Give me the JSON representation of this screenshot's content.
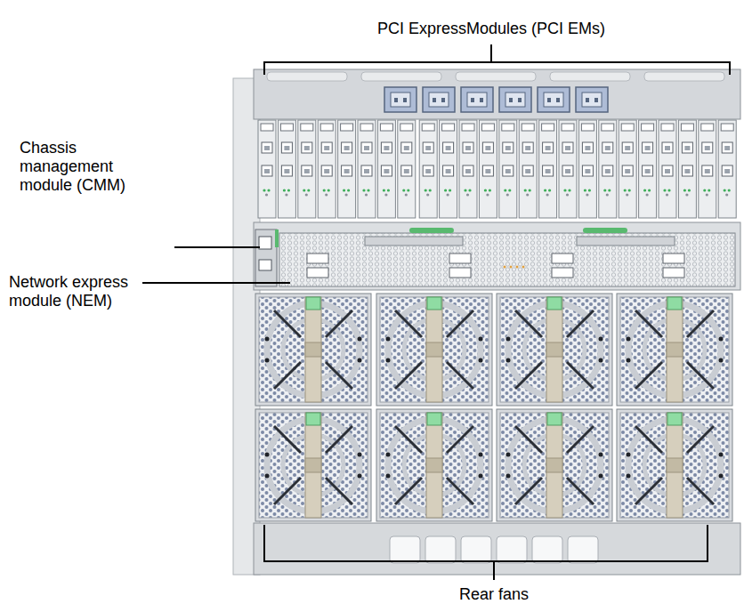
{
  "diagram": {
    "labels": [
      "PCI ExpressModules (PCI EMs)",
      "Chassis management module (CMM)",
      "Network express module (NEM)",
      "Rear fans"
    ]
  }
}
